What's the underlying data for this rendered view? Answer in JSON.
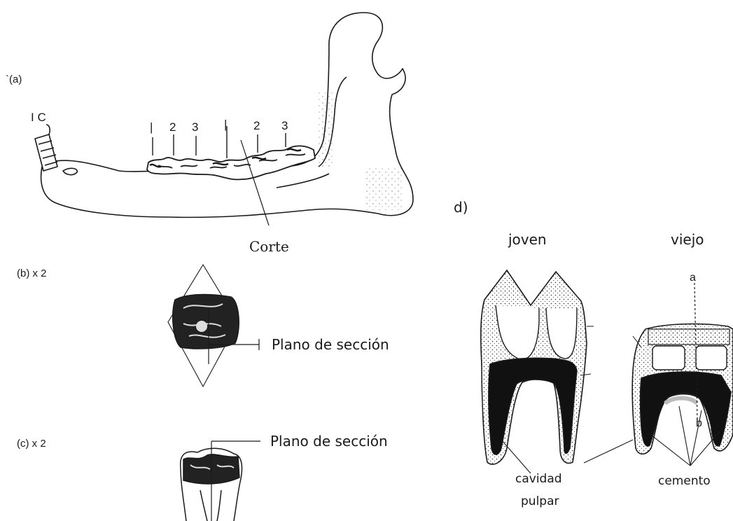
{
  "panels": {
    "a": "`(a)",
    "b": "(b) x 2",
    "c": "(c) x 2",
    "d": "d)"
  },
  "jaw_labels": {
    "incisor_canine": "I C",
    "premolars": [
      "|",
      "2",
      "3"
    ],
    "molars": [
      "|",
      "2",
      "3"
    ]
  },
  "annotations": {
    "cut": "Corte",
    "section_plane_b": "Plano de sección",
    "section_plane_c": "Plano de sección",
    "young": "joven",
    "old": "viejo",
    "point_a": "a",
    "point_b": "b",
    "pulp_cavity_line1": "cavidad",
    "pulp_cavity_line2": "pulpar",
    "cement": "cemento"
  },
  "colors": {
    "ink": "#1a1a1a",
    "paper": "#ffffff"
  }
}
